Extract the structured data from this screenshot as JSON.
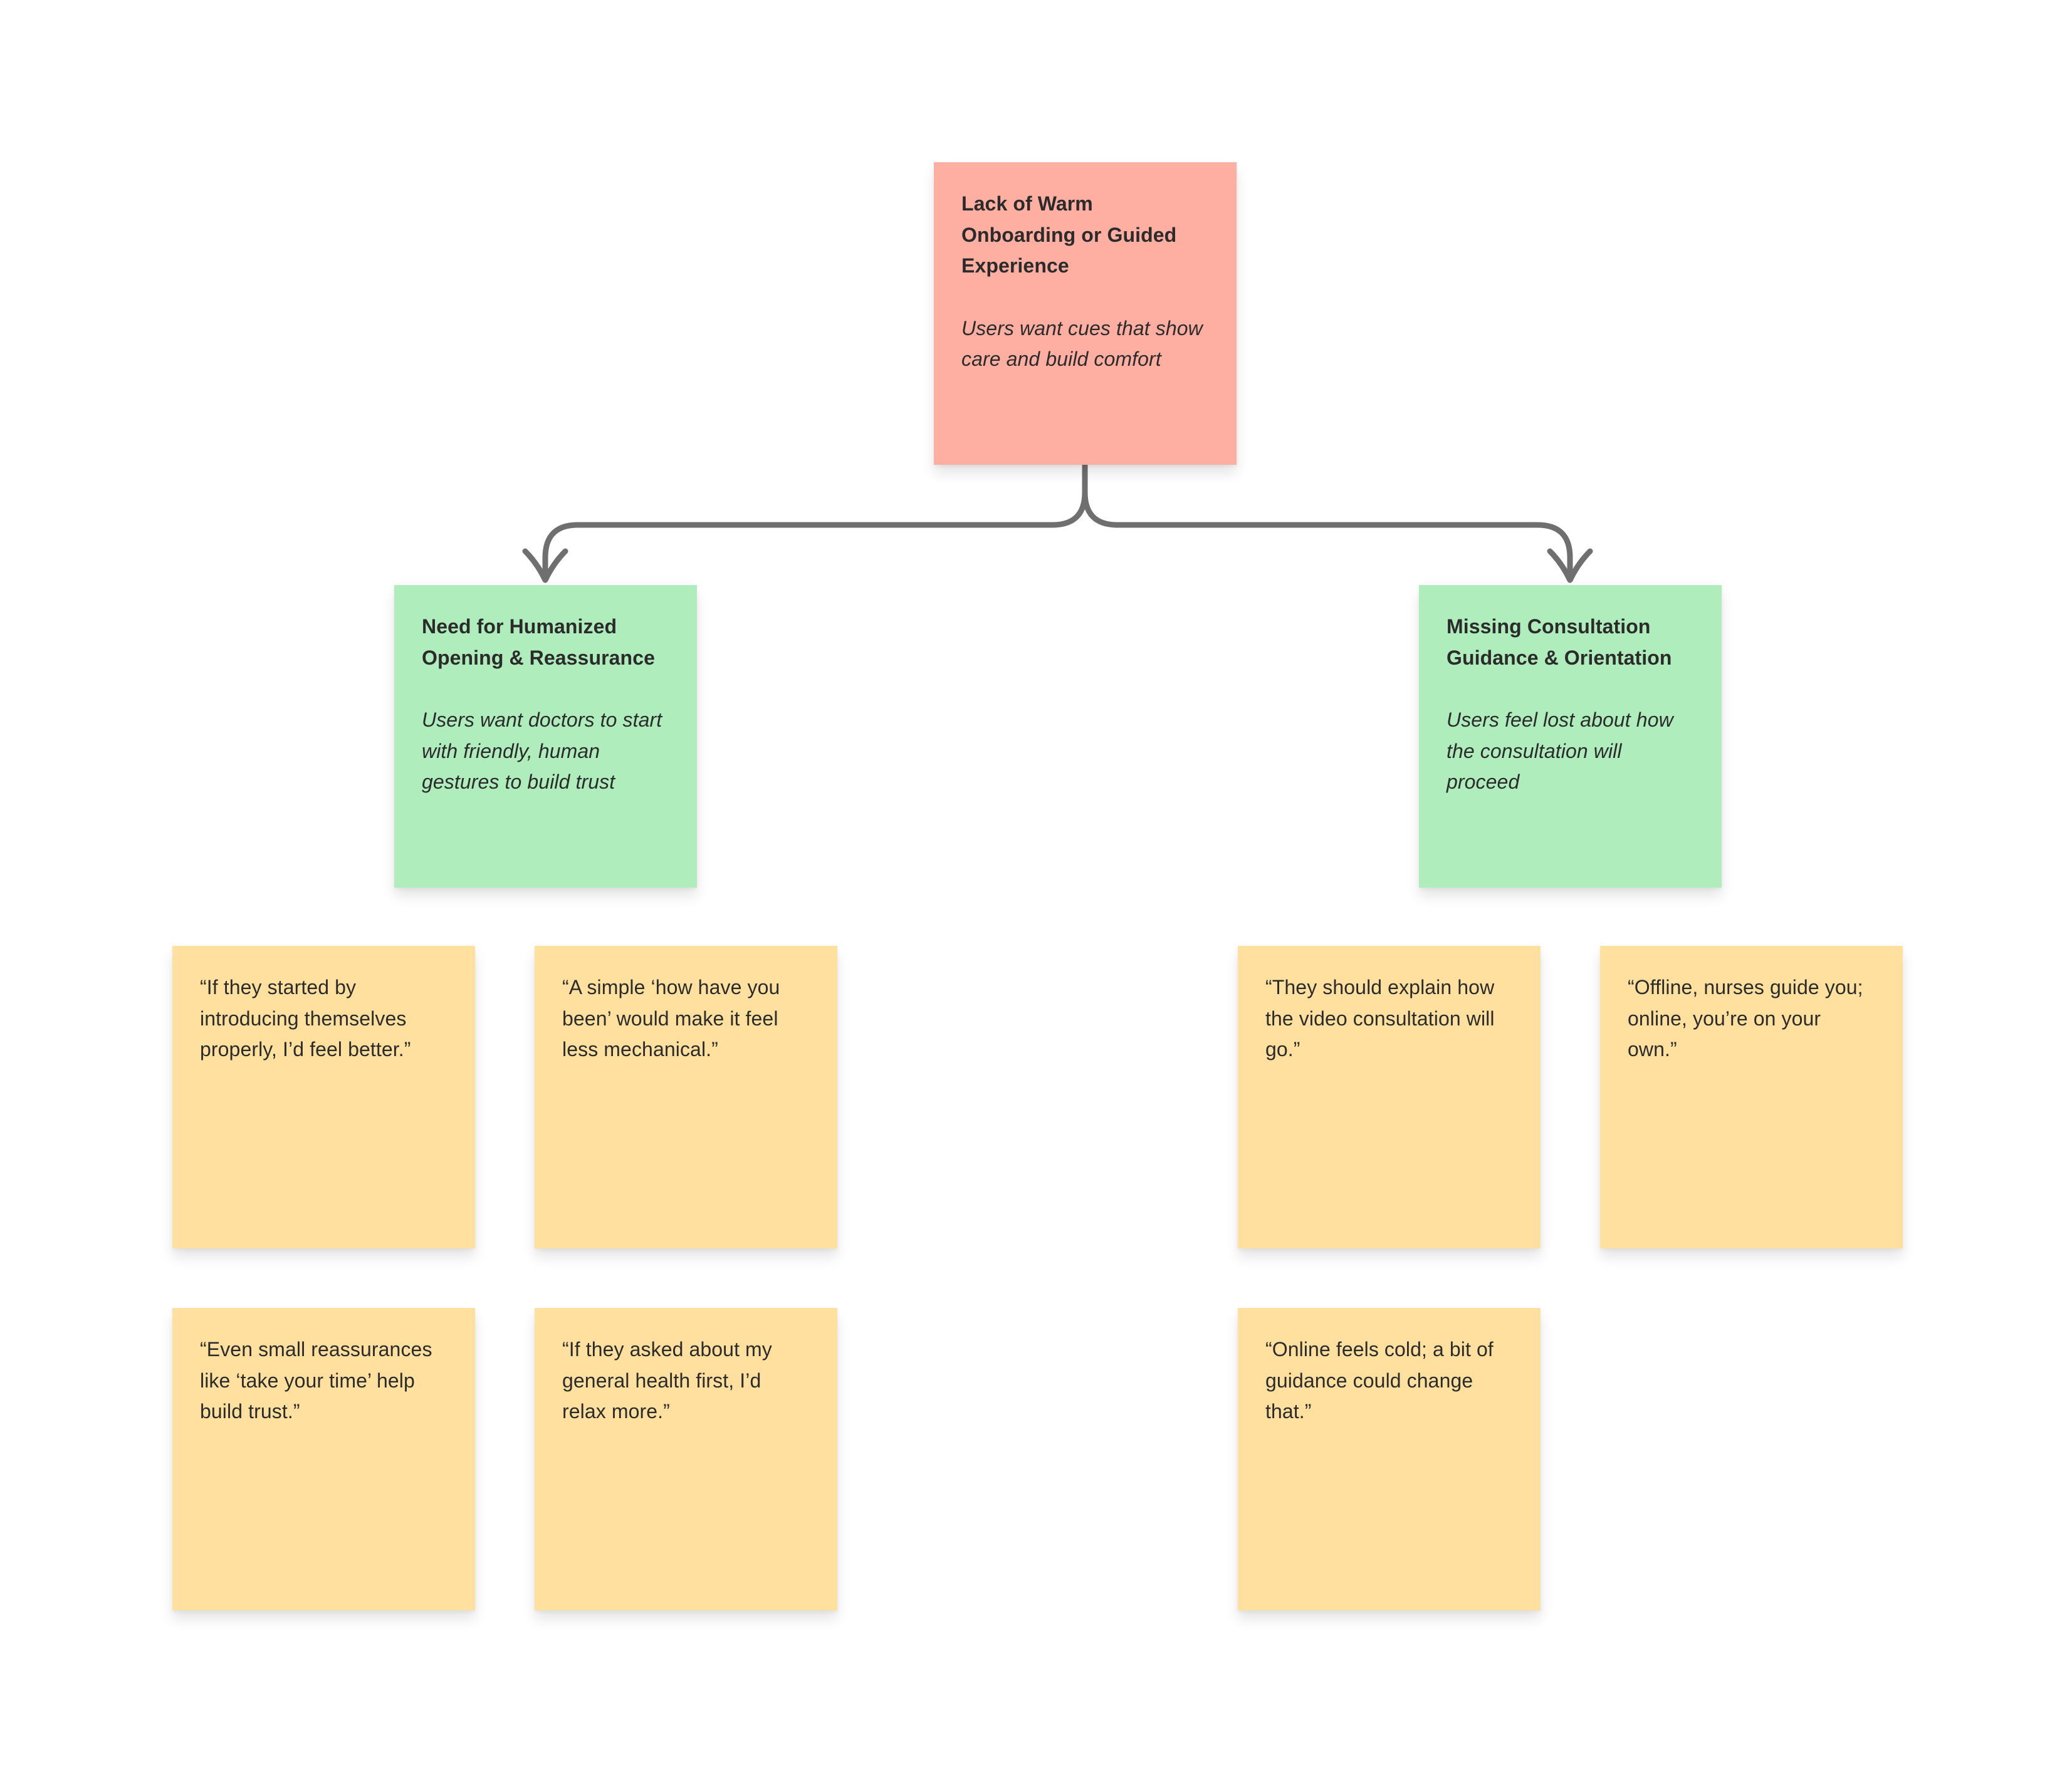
{
  "board": {
    "colors": {
      "background": "#FFFFFF",
      "root": "#FFAEA2",
      "theme": "#B0EDBC",
      "quote": "#FFE09E",
      "connector": "#6F6F6F",
      "text": "#2B2B2B"
    }
  },
  "root": {
    "title": "Lack of Warm Onboarding or Guided Experience",
    "subtitle": "Users want cues that show care and build comfort"
  },
  "themes": [
    {
      "title": "Need for Humanized Opening & Reassurance",
      "subtitle": "Users want doctors to start with friendly, human gestures to build trust",
      "quotes": [
        "“If they started by introducing themselves properly, I’d feel better.”",
        "“A simple ‘how have you been’ would make it feel less mechanical.”",
        "“Even small reassurances like ‘take your time’ help build trust.”",
        "“If they asked about my general health first, I’d relax more.”"
      ]
    },
    {
      "title": "Missing Consultation Guidance & Orientation",
      "subtitle": "Users feel lost about how the consultation will proceed",
      "quotes": [
        "“They should explain how the video consultation will go.”",
        "“Offline, nurses guide you; online, you’re on your own.”",
        "“Online feels cold; a bit of guidance could change that.”"
      ]
    }
  ]
}
